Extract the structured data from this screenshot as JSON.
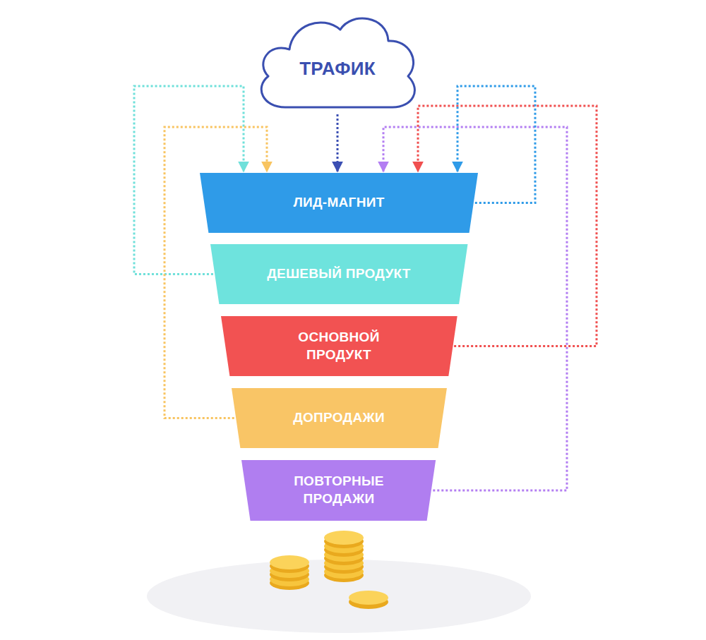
{
  "diagram": {
    "nodes": [
      {
        "text": [
          "ТРАФИК"
        ]
      },
      {
        "text": [
          "ЛИД-МАГНИТ"
        ]
      },
      {
        "text": [
          "ДЕШЕВЫЙ ПРОДУКТ"
        ]
      },
      {
        "text": [
          "ОСНОВНОЙ ПРОДУКТ"
        ]
      },
      {
        "text": [
          "ДОПРОДАЖИ"
        ]
      },
      {
        "text": [
          "ПОВТОРНЫЕ ПРОДАЖИ"
        ]
      }
    ],
    "edges": [
      {
        "from": 0,
        "to": 1,
        "arrow": "to"
      },
      {
        "from": 2,
        "to": 1,
        "arrow": "to"
      },
      {
        "from": 4,
        "to": 1,
        "arrow": "to"
      },
      {
        "from": 5,
        "to": 1,
        "arrow": "to"
      },
      {
        "from": 3,
        "to": 1,
        "arrow": "to"
      },
      {
        "from": 1,
        "to": 1,
        "arrow": "to"
      }
    ]
  }
}
